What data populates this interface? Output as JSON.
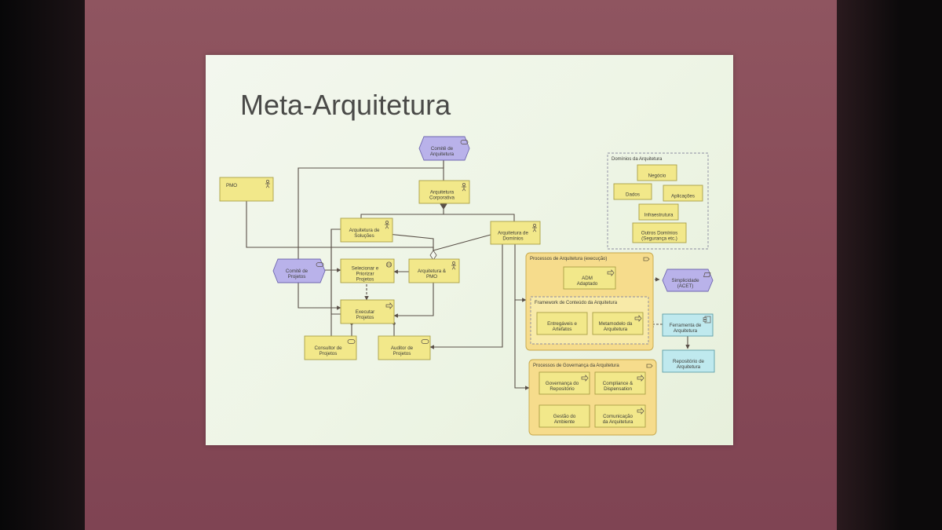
{
  "slide": {
    "title": "Meta-Arquitetura"
  },
  "nodes": {
    "comite_arquitetura": [
      "Comitê de",
      "Arquitetura"
    ],
    "pmo": [
      "PMO"
    ],
    "arquitetura_corporativa": [
      "Arquitetura",
      "Corporativa"
    ],
    "arquitetura_solucoes": [
      "Arquitetura de",
      "Soluções"
    ],
    "arquitetura_dominios": [
      "Arquitetura de",
      "Domínios"
    ],
    "comite_projetos": [
      "Comitê de",
      "Projetos"
    ],
    "selecionar_priorizar": [
      "Selecionar e",
      "Priorizar",
      "Projetos"
    ],
    "arquitetura_pmo": [
      "Arquitetura &",
      "PMO"
    ],
    "executar_projetos": [
      "Executar",
      "Projetos"
    ],
    "consultor_projetos": [
      "Consultor de",
      "Projetos"
    ],
    "auditor_projetos": [
      "Auditor de",
      "Projetos"
    ],
    "dominios_title": [
      "Domínios da Arquitetura"
    ],
    "negocio": [
      "Negócio"
    ],
    "dados": [
      "Dados"
    ],
    "aplicacoes": [
      "Aplicações"
    ],
    "infraestrutura": [
      "Infraestrutura"
    ],
    "outros_dominios": [
      "Outros Domínios",
      "(Segurança etc.)"
    ],
    "processos_execucao": [
      "Processos de Arquitetura (execução)"
    ],
    "adm_adaptado": [
      "ADM",
      "Adaptado"
    ],
    "simplicidade": [
      "Simplicidade",
      "(ACET)"
    ],
    "framework_conteudo": [
      "Framework de Conteúdo da Arquitetura"
    ],
    "entregaveis": [
      "Entregáveis e",
      "Artefatos"
    ],
    "metamodelo": [
      "Metamodelo da",
      "Arquitetura"
    ],
    "ferramenta": [
      "Ferramenta de",
      "Arquitetura"
    ],
    "repositorio": [
      "Repositório de",
      "Arquitetura"
    ],
    "processos_governanca": [
      "Processos de Governança da Arquitetura"
    ],
    "governanca_repositorio": [
      "Governança do",
      "Repositório"
    ],
    "compliance": [
      "Compliance &",
      "Dispensation"
    ],
    "gestao_ambiente": [
      "Gestão do",
      "Ambiente"
    ],
    "comunicacao": [
      "Comunicação",
      "da Arquitetura"
    ]
  },
  "icons": {
    "actor": "actor-icon",
    "process": "process-arrow-icon",
    "service": "service-icon",
    "function": "function-icon",
    "principle": "principle-icon",
    "component": "component-icon"
  },
  "colors": {
    "business": "#f2e88a",
    "business_border": "#a99f45",
    "service": "#b9b2ea",
    "service_border": "#6f67b0",
    "app": "#bfe9ee",
    "app_border": "#5e9ea8",
    "line": "#5a5048"
  }
}
